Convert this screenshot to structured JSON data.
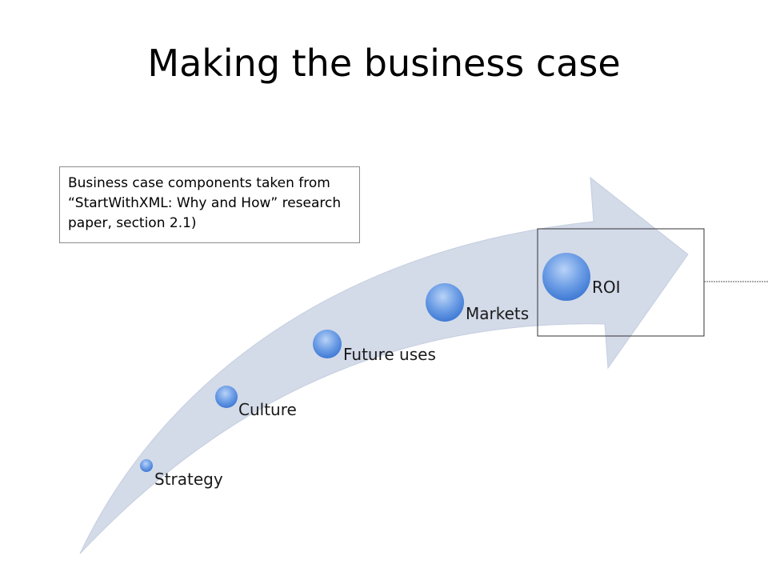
{
  "title": "Making the business case",
  "note": "Business case components taken from “StartWithXML: Why and How” research paper, section 2.1)",
  "stages": [
    {
      "label": "Strategy"
    },
    {
      "label": "Culture"
    },
    {
      "label": "Future uses"
    },
    {
      "label": "Markets"
    },
    {
      "label": "ROI"
    }
  ],
  "colors": {
    "arrow_fill": "#d3dae8",
    "bubble_light": "#a9c6f2",
    "bubble_dark": "#3f7ad4",
    "highlight_border": "#333333"
  }
}
